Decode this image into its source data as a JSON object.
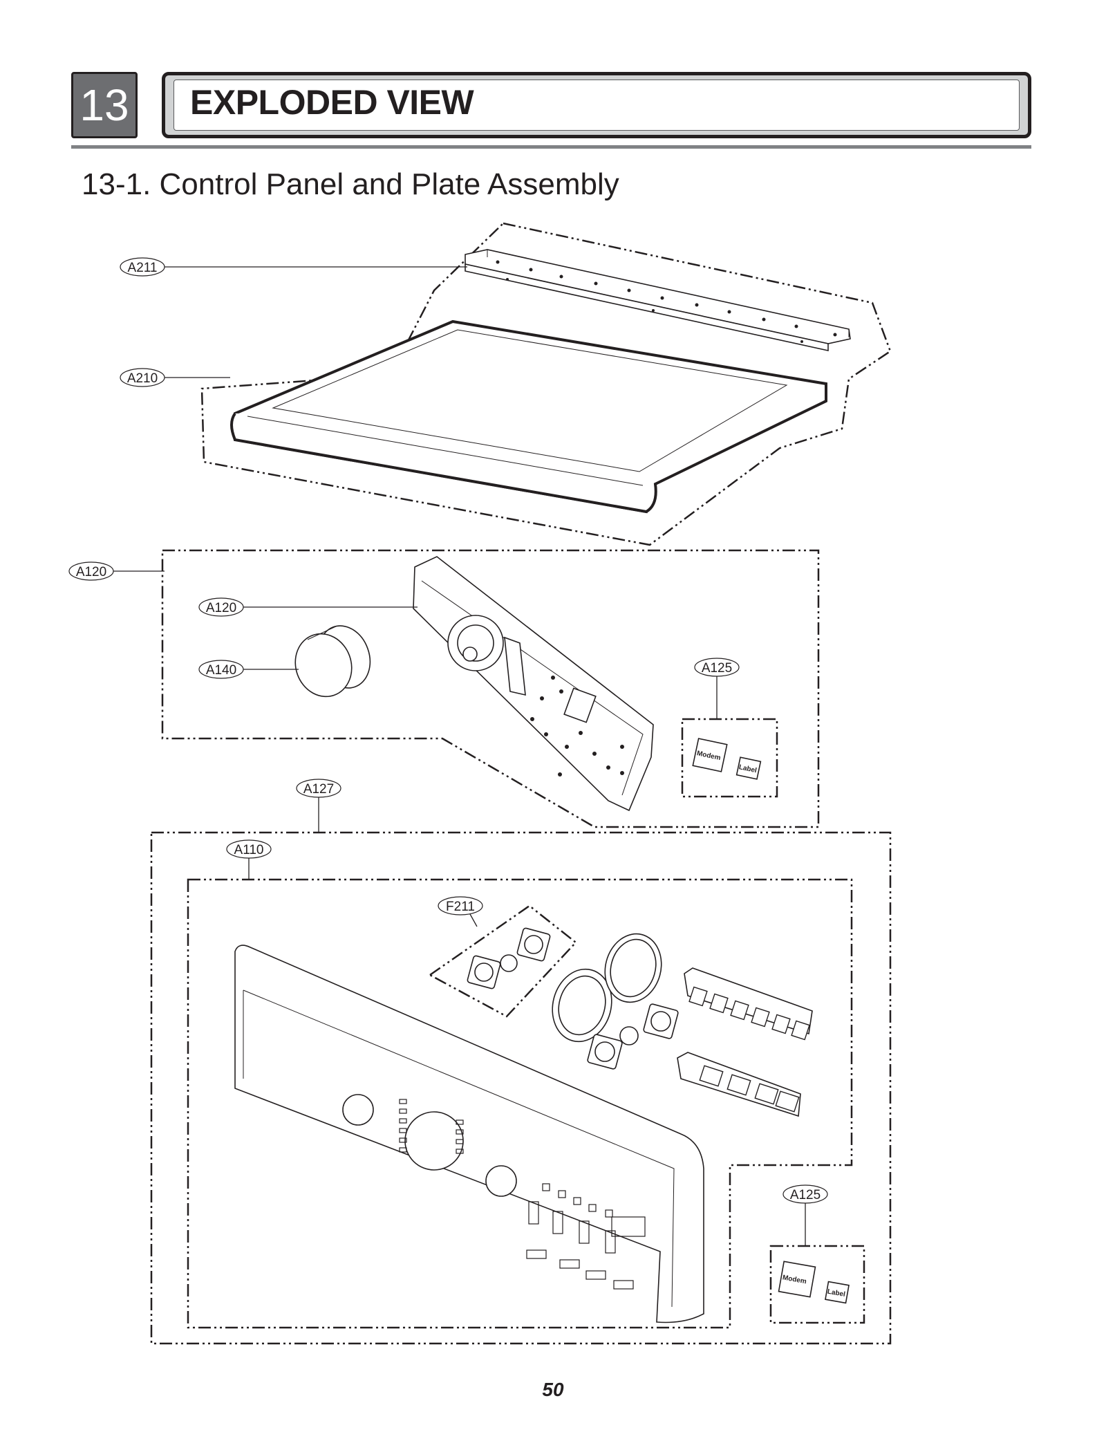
{
  "section": {
    "number": "13",
    "title": "EXPLODED VIEW"
  },
  "subsection": {
    "title": "13-1. Control Panel and Plate Assembly"
  },
  "callouts": {
    "a211": "A211",
    "a210": "A210",
    "a120_outer": "A120",
    "a120_inner": "A120",
    "a140": "A140",
    "a125_upper": "A125",
    "a127": "A127",
    "a110": "A110",
    "f211": "F211",
    "a125_lower": "A125"
  },
  "sticker_labels": {
    "modem": "Modem",
    "label": "Label"
  },
  "page_number": "50"
}
